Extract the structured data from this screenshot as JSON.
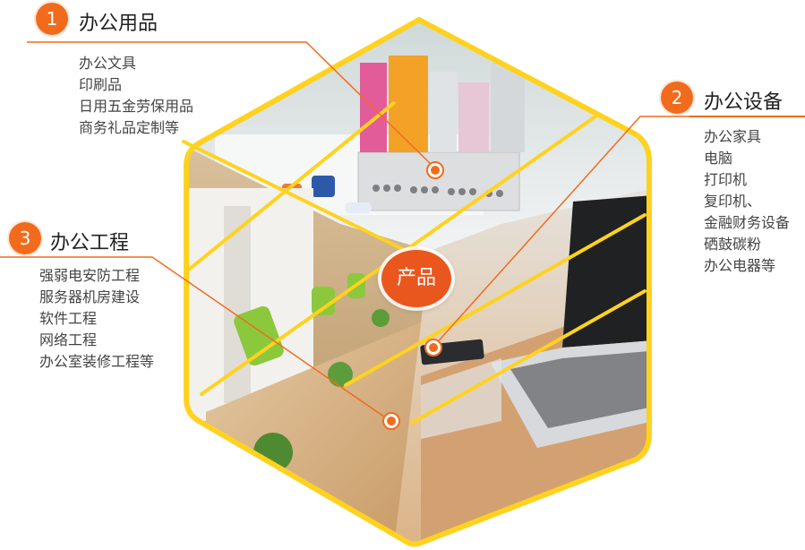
{
  "center_label": "产品",
  "categories": [
    {
      "number": "1",
      "title": "办公用品",
      "items": [
        "办公文具",
        "印刷品",
        "日用五金劳保用品",
        "商务礼品定制等"
      ]
    },
    {
      "number": "2",
      "title": "办公设备",
      "items": [
        "办公家具",
        "电脑",
        "打印机",
        "复印机、",
        "金融财务设备",
        "硒鼓碳粉",
        "办公电器等"
      ]
    },
    {
      "number": "3",
      "title": "办公工程",
      "items": [
        "强弱电安防工程",
        "服务器机房建设",
        "软件工程",
        "网络工程",
        "办公室装修工程等"
      ]
    }
  ],
  "colors": {
    "accent": "#f26b1d",
    "hex_border": "#ffd21f",
    "text": "#444444"
  }
}
